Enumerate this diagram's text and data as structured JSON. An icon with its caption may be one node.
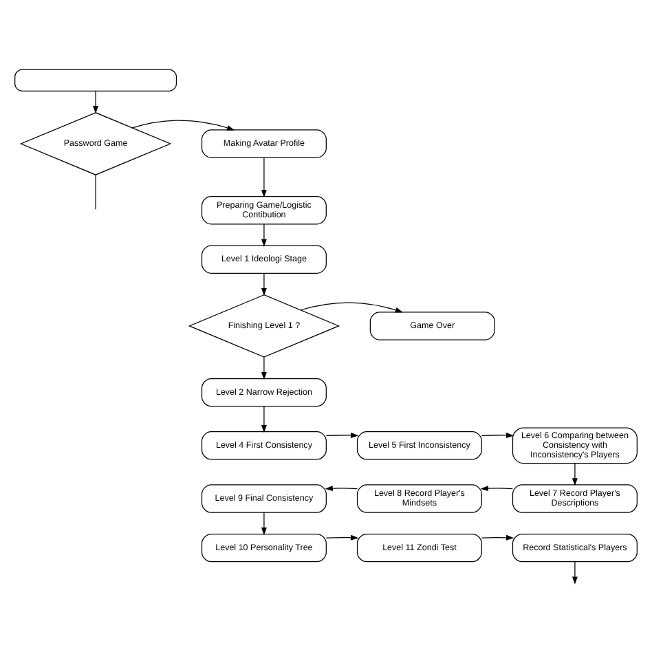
{
  "diagram": {
    "nodes": [
      {
        "text": [],
        "shape": "box"
      },
      {
        "text": [
          "Password Game"
        ]
      },
      {
        "text": [
          "Making Avatar Profile"
        ]
      },
      {
        "text": [
          "Preparing Game/Logistic Contibution"
        ]
      },
      {
        "text": [
          "Level 1 Ideologi Stage"
        ]
      },
      {
        "text": [
          "Finishing Level 1 ?"
        ]
      },
      {
        "text": [
          "Game Over"
        ]
      },
      {
        "text": [
          "Level 2 Narrow Rejection"
        ]
      },
      {
        "text": [
          "Level 4 First Consistency"
        ]
      },
      {
        "text": [
          "Level 5 First Inconsistency"
        ]
      },
      {
        "text": [
          "Level 6 Comparing between Consistency with Inconsistency's Players"
        ]
      },
      {
        "text": [
          "Level 9 Final Consistency"
        ]
      },
      {
        "text": [
          "Level 8 Record Player's Mindsets"
        ]
      },
      {
        "text": [
          "Level 7 Record Player's Descriptions"
        ]
      },
      {
        "text": [
          "Level 10 Personality Tree"
        ]
      },
      {
        "text": [
          "Level 11 Zondi Test"
        ]
      },
      {
        "text": [
          "Record Statistical's Players"
        ]
      }
    ],
    "edges": [
      {
        "from": 0,
        "to": 1,
        "arrow": "to"
      },
      {
        "from": 1,
        "to": null,
        "arrow": "none"
      },
      {
        "from": 1,
        "to": 2,
        "arrow": "to"
      },
      {
        "from": 2,
        "to": 3,
        "arrow": "to"
      },
      {
        "from": 3,
        "to": 4,
        "arrow": "to"
      },
      {
        "from": 4,
        "to": 5,
        "arrow": "to"
      },
      {
        "from": 5,
        "to": 6,
        "arrow": "to"
      },
      {
        "from": 5,
        "to": 7,
        "arrow": "to"
      },
      {
        "from": 7,
        "to": 8,
        "arrow": "to"
      },
      {
        "from": 8,
        "to": 9,
        "arrow": "to"
      },
      {
        "from": 9,
        "to": 10,
        "arrow": "to"
      },
      {
        "from": 10,
        "to": 13,
        "arrow": "to"
      },
      {
        "from": 13,
        "to": 12,
        "arrow": "to"
      },
      {
        "from": 12,
        "to": 11,
        "arrow": "to"
      },
      {
        "from": 11,
        "to": 14,
        "arrow": "to"
      },
      {
        "from": 14,
        "to": 15,
        "arrow": "to"
      },
      {
        "from": 15,
        "to": 16,
        "arrow": "to"
      },
      {
        "from": 16,
        "to": null,
        "arrow": "to"
      }
    ]
  }
}
